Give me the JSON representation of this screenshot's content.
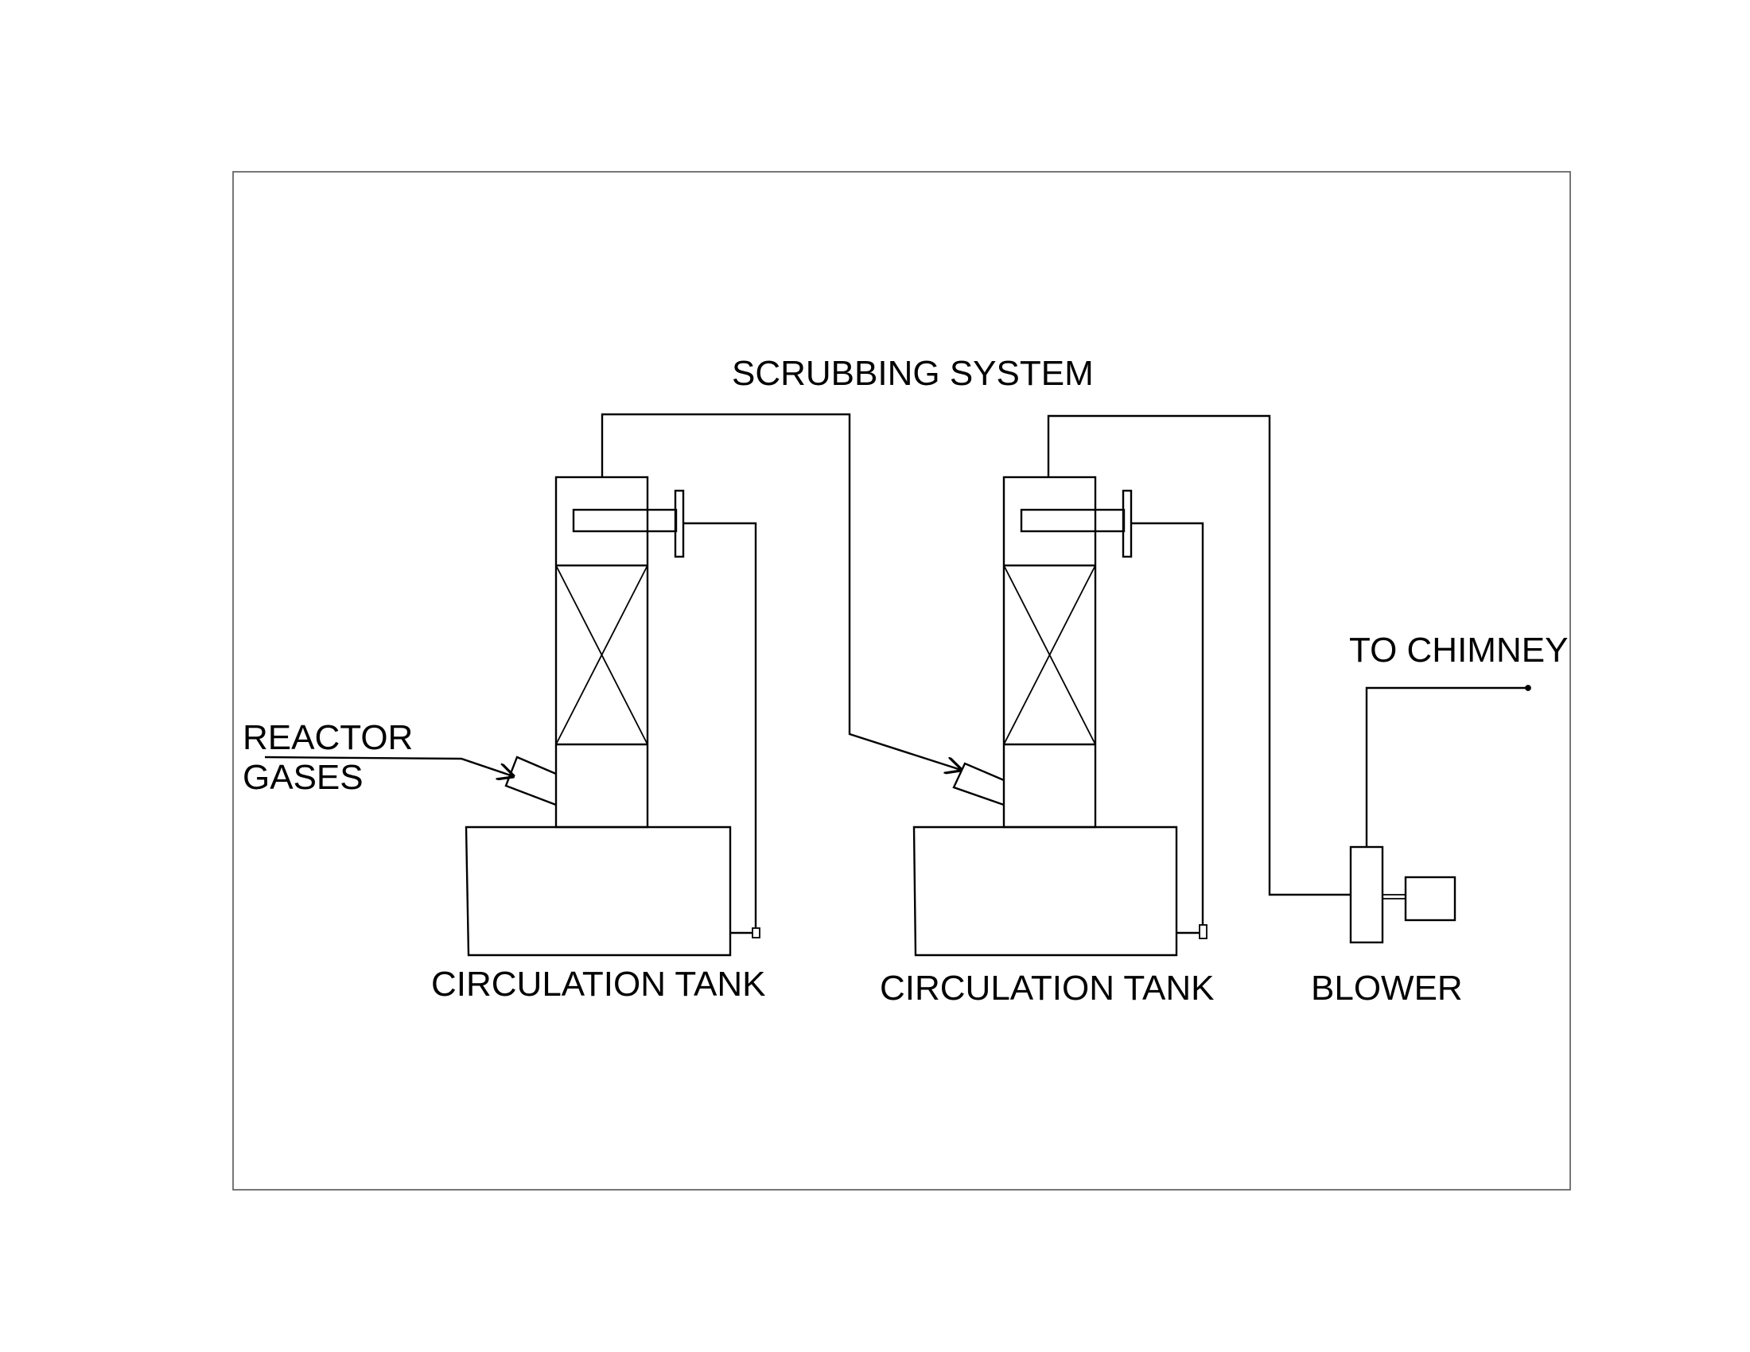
{
  "diagram": {
    "title": "SCRUBBING SYSTEM",
    "labels": {
      "reactor_gases_line1": "REACTOR",
      "reactor_gases_line2": "GASES",
      "tank1": "CIRCULATION TANK",
      "tank2": "CIRCULATION TANK",
      "blower": "BLOWER",
      "to_chimney": "TO CHIMNEY"
    },
    "components": [
      {
        "id": "scrubber-1",
        "type": "packed-column",
        "label": ""
      },
      {
        "id": "tank-1",
        "type": "circulation-tank",
        "label": "CIRCULATION TANK"
      },
      {
        "id": "scrubber-2",
        "type": "packed-column",
        "label": ""
      },
      {
        "id": "tank-2",
        "type": "circulation-tank",
        "label": "CIRCULATION TANK"
      },
      {
        "id": "blower",
        "type": "blower-with-motor",
        "label": "BLOWER"
      }
    ],
    "flows": [
      {
        "from": "REACTOR GASES",
        "to": "scrubber-1"
      },
      {
        "from": "scrubber-1",
        "to": "scrubber-2"
      },
      {
        "from": "scrubber-2",
        "to": "blower"
      },
      {
        "from": "blower",
        "to": "TO CHIMNEY"
      },
      {
        "from": "tank-1",
        "to": "scrubber-1 spray"
      },
      {
        "from": "tank-2",
        "to": "scrubber-2 spray"
      }
    ]
  }
}
